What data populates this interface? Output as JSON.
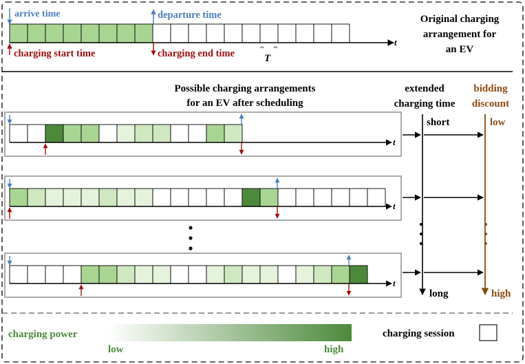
{
  "top": {
    "arrive_label": "arrive time",
    "departure_label": "departure time",
    "start_label": "charging start time",
    "end_label": "charging end time",
    "period_symbol": "T",
    "axis_label": "t",
    "title_lines": [
      "Original charging",
      "arrangement for",
      "an EV"
    ],
    "cells": [
      3,
      3,
      3,
      3,
      3,
      3,
      3,
      3,
      0,
      0,
      0,
      0,
      0,
      0,
      0,
      0,
      0,
      0,
      0
    ]
  },
  "middle": {
    "title_lines": [
      "Possible charging arrangements",
      "for an EV after scheduling"
    ],
    "extended_title_lines": [
      "extended",
      "charging time"
    ],
    "bidding_title_lines": [
      "bidding",
      "discount"
    ],
    "short_label": "short",
    "long_label": "long",
    "low_label": "low",
    "high_label": "high",
    "axis_label": "t",
    "rows": [
      {
        "cells": [
          0,
          0,
          5,
          3,
          3,
          0,
          1,
          2,
          2,
          0,
          0,
          3,
          2
        ]
      },
      {
        "cells": [
          3,
          2,
          1,
          1,
          1,
          2,
          1,
          1,
          0,
          0,
          0,
          0,
          0,
          5,
          3,
          0,
          0,
          0,
          0,
          0,
          0
        ]
      },
      {
        "cells": [
          0,
          0,
          0,
          0,
          3,
          3,
          2,
          1,
          1,
          0,
          0,
          1,
          2,
          1,
          1,
          0,
          1,
          2,
          3,
          5
        ]
      }
    ]
  },
  "legend": {
    "power_label": "charging power",
    "low_label": "low",
    "high_label": "high",
    "session_label": "charging session"
  },
  "colors": {
    "green_text": "#4a8a3a",
    "blue_text": "#4a7dbf",
    "red_text": "#a01010",
    "brown": "#8b4a10",
    "green_levels": [
      "#ffffff",
      "#e5f2dc",
      "#cfe8c0",
      "#a9d592",
      "#8cc473",
      "#4c8a3a"
    ],
    "box_border": "#aaaaaa",
    "dash": "#333333"
  }
}
